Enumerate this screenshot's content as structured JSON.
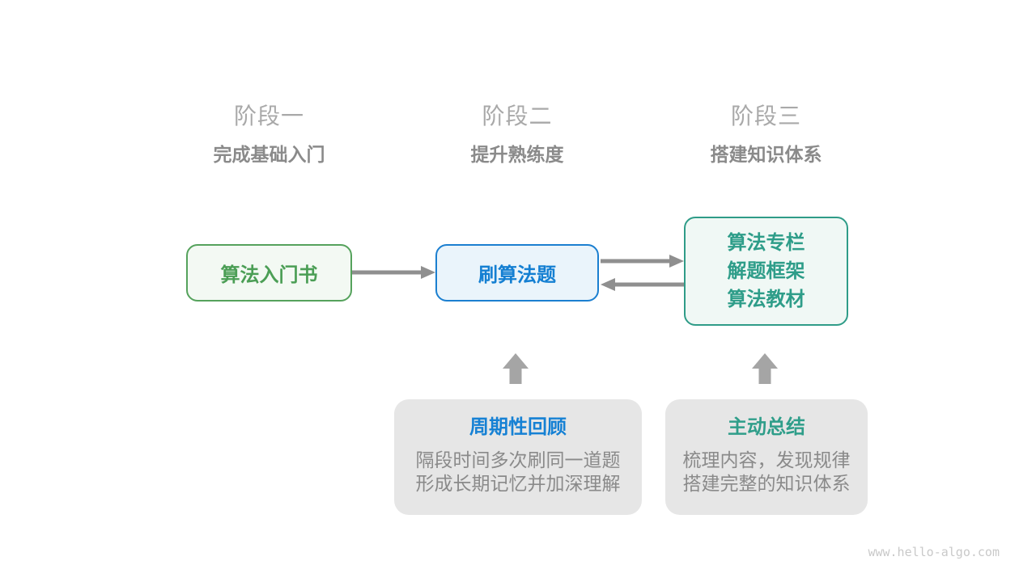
{
  "stages": [
    {
      "label": "阶段一",
      "subtitle": "完成基础入门"
    },
    {
      "label": "阶段二",
      "subtitle": "提升熟练度"
    },
    {
      "label": "阶段三",
      "subtitle": "搭建知识体系"
    }
  ],
  "nodes": {
    "stage1_box": {
      "label": "算法入门书"
    },
    "stage2_box": {
      "label": "刷算法题"
    },
    "stage3_box": {
      "lines": [
        "算法专栏",
        "解题框架",
        "算法教材"
      ]
    }
  },
  "callouts": [
    {
      "title": "周期性回顾",
      "body_lines": [
        "隔段时间多次刷同一道题",
        "形成长期记忆并加深理解"
      ],
      "title_color": "#1681d4"
    },
    {
      "title": "主动总结",
      "body_lines": [
        "梳理内容，发现规律",
        "搭建完整的知识体系"
      ],
      "title_color": "#2f9e8a"
    }
  ],
  "watermark": "www.hello-algo.com",
  "colors": {
    "stage_label": "#a9a9a9",
    "stage_subtitle": "#8a8a8a",
    "green_border": "#55a25c",
    "green_fill": "#f3f9f3",
    "green_text": "#4b9e55",
    "blue_border": "#1b7fd0",
    "blue_fill": "#eaf4fb",
    "blue_text": "#147fd2",
    "teal_border": "#2f9c88",
    "teal_fill": "#f0f8f5",
    "teal_text": "#2e9d89",
    "callout_bg": "#e6e6e6",
    "callout_body_text": "#8a8a8a",
    "connector_arrow": "#8f8f8f",
    "block_arrow": "#a5a5a5",
    "watermark_text": "#c9c9c9"
  }
}
